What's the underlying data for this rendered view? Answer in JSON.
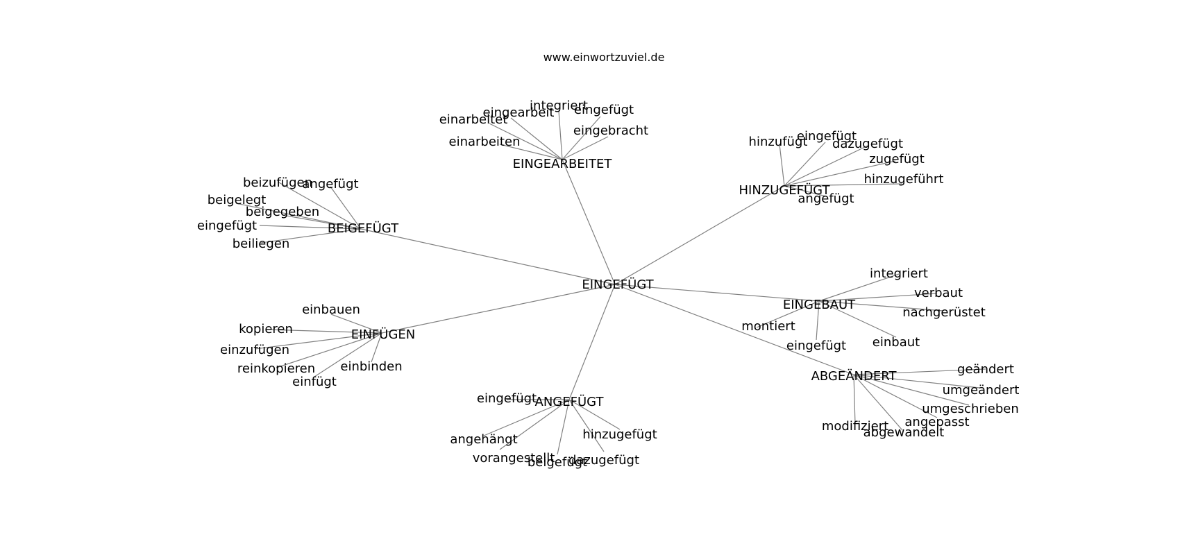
{
  "title": "www.einwortzuviel.de",
  "colors": {
    "edge": "#808080",
    "text": "#000000",
    "background": "#ffffff"
  },
  "root": "EINGEFÜGT",
  "clusters": [
    {
      "hub": "EINGEARBEITET",
      "leaves": [
        "integriert",
        "eingearbeit",
        "eingefügt",
        "einarbeitet",
        "eingebracht",
        "einarbeiten"
      ]
    },
    {
      "hub": "HINZUGEFÜGT",
      "leaves": [
        "eingefügt",
        "hinzufügt",
        "dazugefügt",
        "zugefügt",
        "hinzugeführt",
        "angefügt"
      ]
    },
    {
      "hub": "BEIGEFÜGT",
      "leaves": [
        "beizufügen",
        "angefügt",
        "beigelegt",
        "beigegeben",
        "eingefügt",
        "beiliegen"
      ]
    },
    {
      "hub": "EINGEBAUT",
      "leaves": [
        "integriert",
        "verbaut",
        "nachgerüstet",
        "montiert",
        "eingefügt",
        "einbaut"
      ]
    },
    {
      "hub": "EINFÜGEN",
      "leaves": [
        "einbauen",
        "kopieren",
        "einzufügen",
        "reinkopieren",
        "einbinden",
        "einfügt"
      ]
    },
    {
      "hub": "ABGEÄNDERT",
      "leaves": [
        "geändert",
        "umgeändert",
        "umgeschrieben",
        "angepasst",
        "modifiziert",
        "abgewandelt"
      ]
    },
    {
      "hub": "ANGEFÜGT",
      "leaves": [
        "eingefügt",
        "angehängt",
        "hinzugefügt",
        "vorangestellt",
        "beigefügt",
        "dazugefügt"
      ]
    }
  ]
}
